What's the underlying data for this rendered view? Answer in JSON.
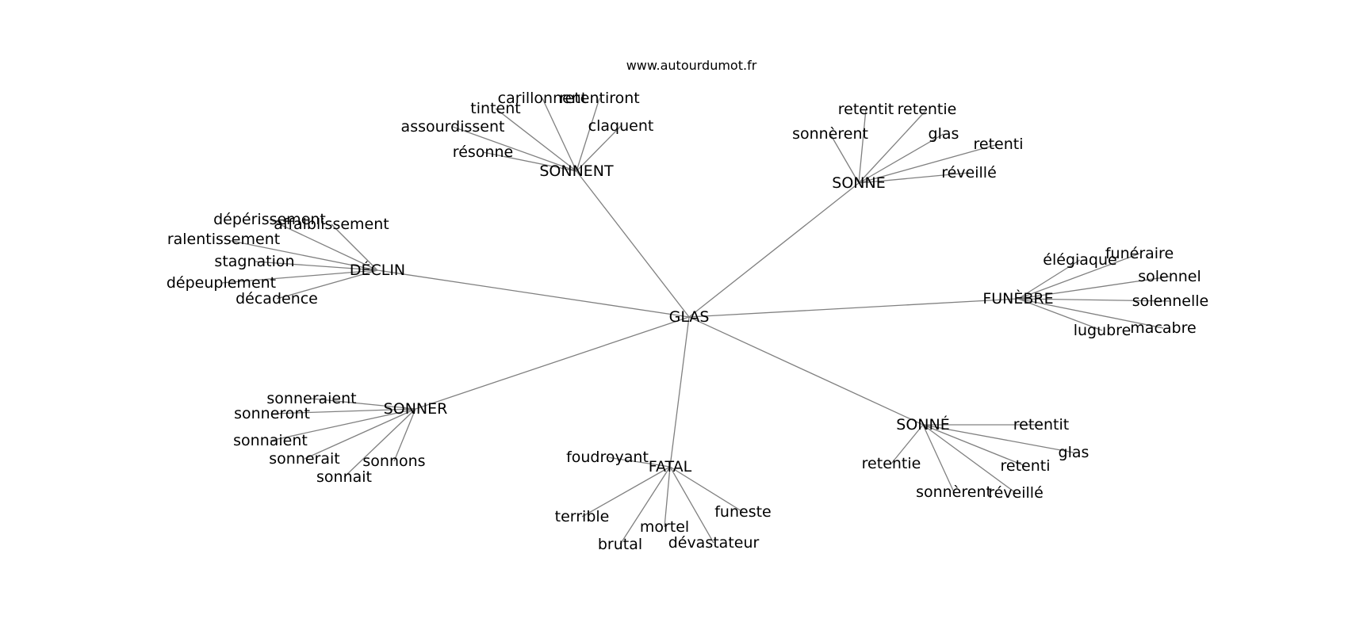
{
  "site_credit": "www.autourdumot.fr",
  "center": {
    "label": "GLAS"
  },
  "clusters": [
    {
      "label": "SONNENT",
      "words": [
        "carillonnent",
        "retentiront",
        "tintent",
        "claquent",
        "assourdissent",
        "résonne"
      ]
    },
    {
      "label": "SONNE",
      "words": [
        "retentit",
        "retentie",
        "sonnèrent",
        "glas",
        "retenti",
        "réveillé"
      ]
    },
    {
      "label": "DÉCLIN",
      "words": [
        "dépérissement",
        "affaiblissement",
        "ralentissement",
        "stagnation",
        "dépeuplement",
        "décadence"
      ]
    },
    {
      "label": "FUNÈBRE",
      "words": [
        "élégiaque",
        "funéraire",
        "solennel",
        "solennelle",
        "lugubre",
        "macabre"
      ]
    },
    {
      "label": "SONNER",
      "words": [
        "sonneraient",
        "sonneront",
        "sonnaient",
        "sonnerait",
        "sonnons",
        "sonnait"
      ]
    },
    {
      "label": "FATAL",
      "words": [
        "foudroyant",
        "terrible",
        "funeste",
        "mortel",
        "brutal",
        "dévastateur"
      ]
    },
    {
      "label": "SONNÉ",
      "words": [
        "retentit",
        "glas",
        "retentie",
        "retenti",
        "sonnèrent",
        "réveillé"
      ]
    }
  ]
}
